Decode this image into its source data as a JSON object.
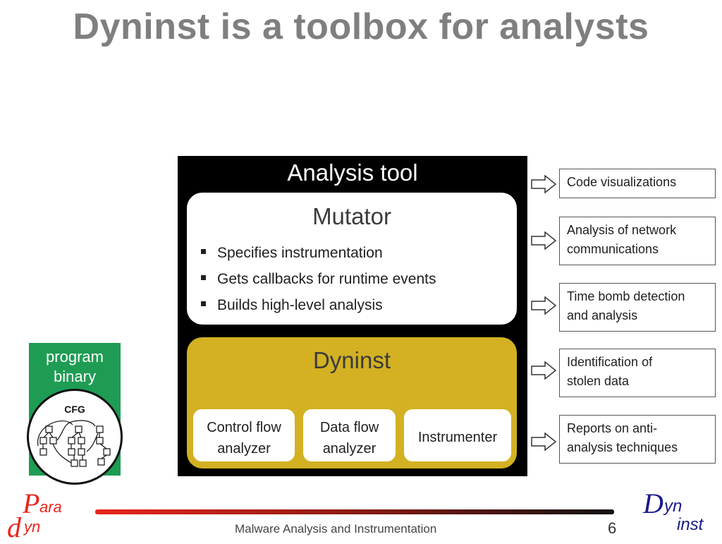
{
  "slide": {
    "title": "Dyninst is a toolbox for analysts",
    "page_number": "6",
    "footer": "Malware Analysis and Instrumentation"
  },
  "analysis_tool": {
    "label": "Analysis tool",
    "mutator": {
      "title": "Mutator",
      "bullets": [
        "Specifies instrumentation",
        "Gets callbacks for runtime events",
        "Builds high-level analysis"
      ]
    },
    "dyninst": {
      "title": "Dyninst",
      "components": [
        {
          "line1": "Control flow",
          "line2": "analyzer"
        },
        {
          "line1": "Data flow",
          "line2": "analyzer"
        },
        {
          "line1": "Instrumenter",
          "line2": ""
        }
      ]
    }
  },
  "outputs": [
    {
      "line1": "Code visualizations",
      "line2": ""
    },
    {
      "line1": "Analysis of network",
      "line2": "communications"
    },
    {
      "line1": "Time bomb detection",
      "line2": "and analysis"
    },
    {
      "line1": "Identification of",
      "line2": "stolen data"
    },
    {
      "line1": "Reports on anti-",
      "line2": "analysis techniques"
    }
  ],
  "program_binary": {
    "line1": "program",
    "line2": "binary",
    "cfg_label": "CFG"
  },
  "logos": {
    "paradyn": {
      "p": "P",
      "ara": "ara",
      "d": "d",
      "yn": "yn"
    },
    "dyninst": {
      "d": "D",
      "yn": "yn",
      "inst": "inst"
    }
  },
  "colors": {
    "title": "#7f7f7f",
    "dyninst_gold": "#d3b122",
    "program_green": "#1e9c54",
    "paradyn_red": "#e8261d",
    "dyninst_navy": "#1a1a8c"
  }
}
